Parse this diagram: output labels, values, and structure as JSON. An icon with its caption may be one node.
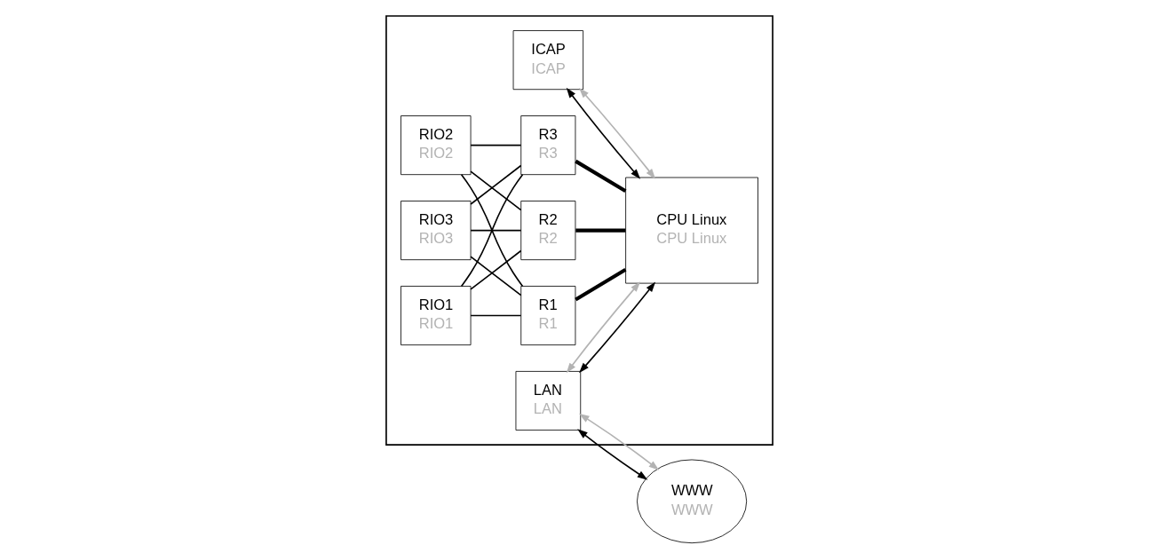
{
  "diagram": {
    "nodes": [
      {
        "text": [],
        "shape": "box"
      },
      {
        "text": [
          "ICAP",
          "ICAP"
        ],
        "in": 0
      },
      {
        "text": [
          "LAN",
          "LAN"
        ],
        "in": 0
      },
      {
        "text": [
          "WWW",
          "WWW"
        ]
      },
      {
        "text": [
          "RIO1",
          "RIO1"
        ],
        "in": 0
      },
      {
        "text": [
          "R1",
          "R1"
        ],
        "in": 0
      },
      {
        "text": [
          "RIO2",
          "RIO2"
        ],
        "in": 0
      },
      {
        "text": [
          "R2",
          "R2"
        ],
        "in": 0
      },
      {
        "text": [
          "CPU Linux",
          "CPU Linux"
        ],
        "in": 0
      },
      {
        "text": [
          "RIO3",
          "RIO3"
        ],
        "in": 0
      },
      {
        "text": [
          "R3",
          "R3"
        ],
        "in": 0
      }
    ],
    "edges": [
      {
        "from": 4,
        "to": 5,
        "arrow": "none"
      },
      {
        "from": 4,
        "to": 7,
        "arrow": "none"
      },
      {
        "from": 4,
        "to": 10,
        "arrow": "none"
      },
      {
        "from": 6,
        "to": 5,
        "arrow": "none"
      },
      {
        "from": 6,
        "to": 7,
        "arrow": "none"
      },
      {
        "from": 6,
        "to": 10,
        "arrow": "none"
      },
      {
        "from": 9,
        "to": 5,
        "arrow": "none"
      },
      {
        "from": 9,
        "to": 7,
        "arrow": "none"
      },
      {
        "from": 9,
        "to": 10,
        "arrow": "none"
      },
      {
        "from": 5,
        "to": 8,
        "arrow": "none",
        "style": "thick"
      },
      {
        "from": 7,
        "to": 8,
        "arrow": "none",
        "style": "thick"
      },
      {
        "from": 10,
        "to": 8,
        "arrow": "none",
        "style": "thick"
      },
      {
        "from": 1,
        "to": 8,
        "arrow": "both"
      },
      {
        "from": 1,
        "to": 8,
        "arrow": "both",
        "color": "#b3b3b3"
      },
      {
        "from": 2,
        "to": 8,
        "arrow": "both"
      },
      {
        "from": 2,
        "to": 8,
        "arrow": "both",
        "color": "#b3b3b3"
      },
      {
        "from": 2,
        "to": 3,
        "arrow": "both"
      },
      {
        "from": 2,
        "to": 3,
        "arrow": "both",
        "color": "#b3b3b3"
      }
    ]
  }
}
